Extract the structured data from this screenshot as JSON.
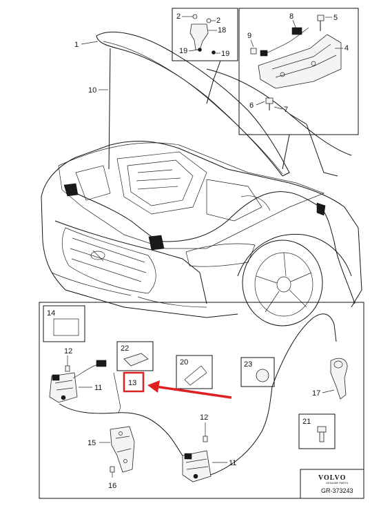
{
  "callouts": {
    "c1": "1",
    "c2a": "2",
    "c2b": "2",
    "c4": "4",
    "c5": "5",
    "c6": "6",
    "c7": "7",
    "c8": "8",
    "c9": "9",
    "c10": "10",
    "c11a": "11",
    "c11b": "11",
    "c12a": "12",
    "c12b": "12",
    "c13": "13",
    "c14": "14",
    "c15": "15",
    "c16": "16",
    "c17": "17",
    "c18": "18",
    "c19a": "19",
    "c19b": "19",
    "c20": "20",
    "c21": "21",
    "c22": "22",
    "c23": "23"
  },
  "brand": {
    "name": "VOLVO",
    "tagline": "GENUINE PARTS"
  },
  "reference_code": "GR-373243",
  "colors": {
    "highlight": "#e02020",
    "arrow": "#e02020",
    "line": "#111111"
  }
}
